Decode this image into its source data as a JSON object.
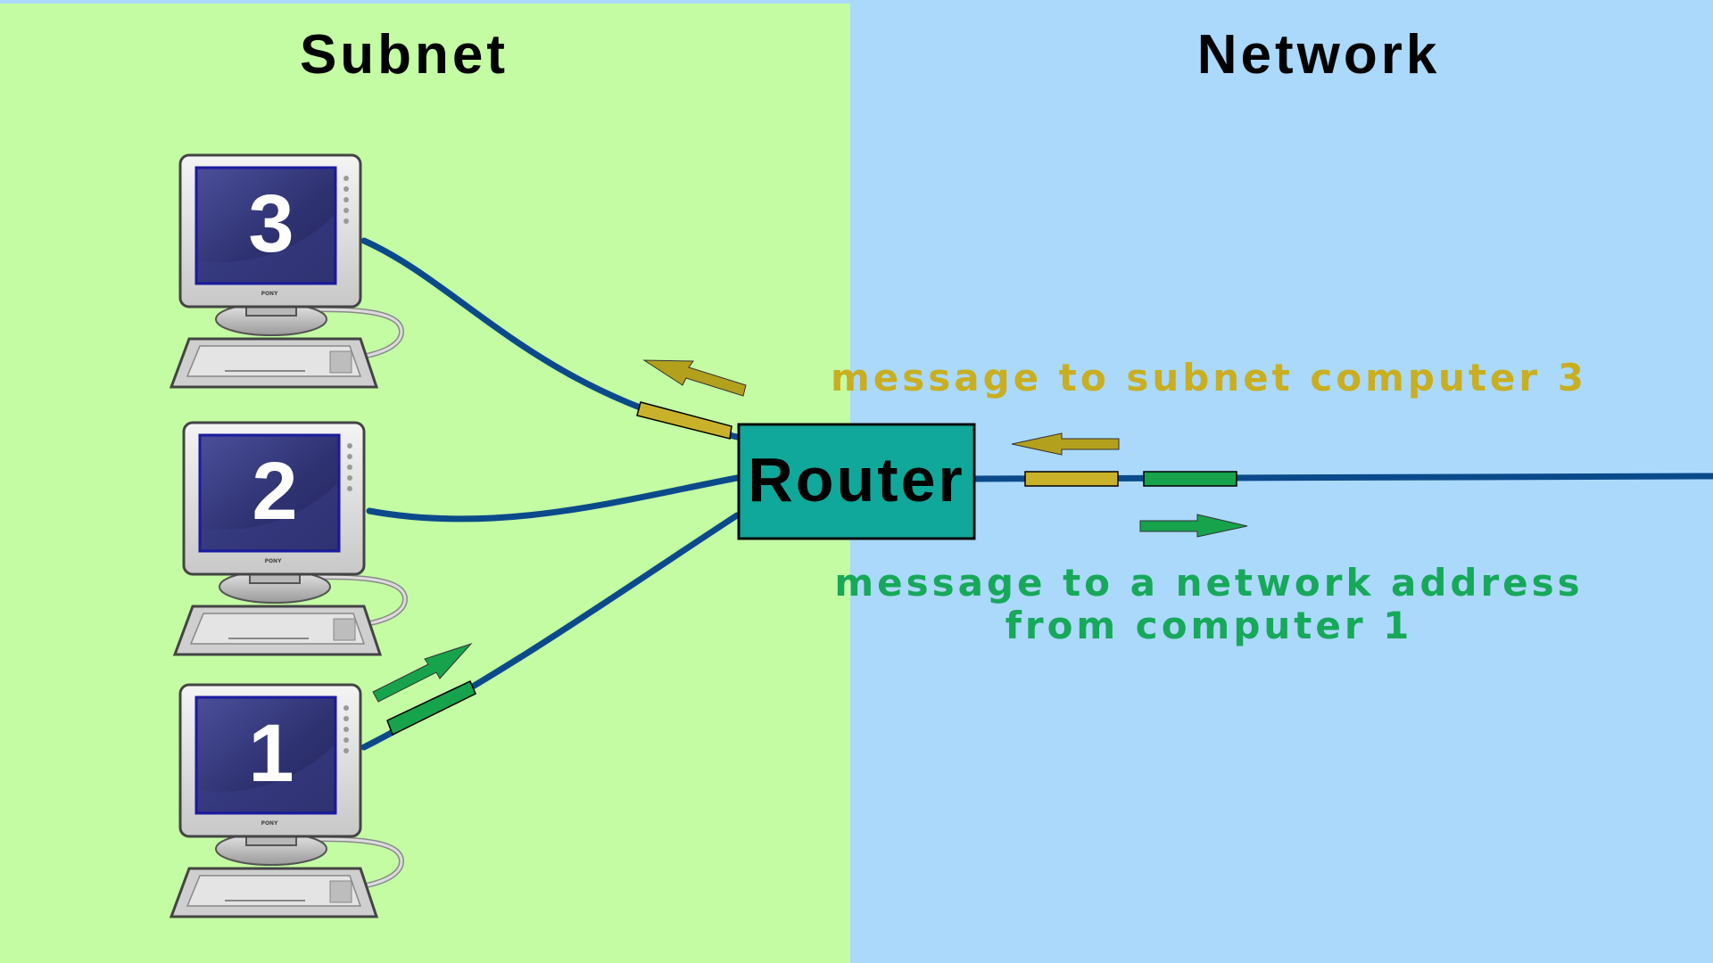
{
  "regions": {
    "subnet_title": "Subnet",
    "network_title": "Network",
    "subnet_color": "#c4fca4",
    "network_color": "#aad9fc"
  },
  "router": {
    "label": "Router",
    "color": "#10a89a"
  },
  "computers": [
    {
      "number": "3",
      "brand": "PONY"
    },
    {
      "number": "2",
      "brand": "PONY"
    },
    {
      "number": "1",
      "brand": "PONY"
    }
  ],
  "messages": {
    "to_subnet": {
      "text": "message to subnet computer 3",
      "color": "#c9ae20"
    },
    "to_network": {
      "line1": "message to a network address",
      "line2": "from computer 1",
      "color": "#17a85a"
    }
  },
  "cable_color": "#0b4a8a"
}
